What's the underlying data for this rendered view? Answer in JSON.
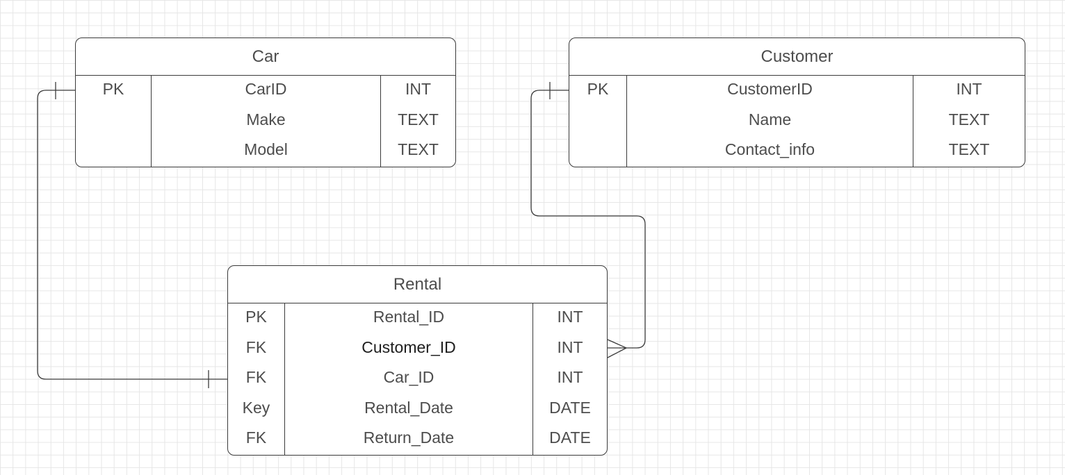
{
  "tables": {
    "car": {
      "title": "Car",
      "rows": [
        {
          "key": "PK",
          "name": "CarID",
          "type": "INT"
        },
        {
          "key": "",
          "name": "Make",
          "type": "TEXT"
        },
        {
          "key": "",
          "name": "Model",
          "type": "TEXT"
        }
      ]
    },
    "customer": {
      "title": "Customer",
      "rows": [
        {
          "key": "PK",
          "name": "CustomerID",
          "type": "INT"
        },
        {
          "key": "",
          "name": "Name",
          "type": "TEXT"
        },
        {
          "key": "",
          "name": "Contact_info",
          "type": "TEXT"
        }
      ]
    },
    "rental": {
      "title": "Rental",
      "rows": [
        {
          "key": "PK",
          "name": "Rental_ID",
          "type": "INT"
        },
        {
          "key": "FK",
          "name": "Customer_ID",
          "type": "INT"
        },
        {
          "key": "FK",
          "name": "Car_ID",
          "type": "INT"
        },
        {
          "key": "Key",
          "name": "Rental_Date",
          "type": "DATE"
        },
        {
          "key": "FK",
          "name": "Return_Date",
          "type": "DATE"
        }
      ]
    }
  },
  "relationships": [
    {
      "from": "Car.CarID",
      "to": "Rental.Car_ID",
      "from_end": "one",
      "to_end": "one"
    },
    {
      "from": "Customer.CustomerID",
      "to": "Rental.Customer_ID",
      "from_end": "one",
      "to_end": "many"
    }
  ],
  "colors": {
    "line": "#3a3a3a",
    "text": "#4d4d4d",
    "grid": "#e6e6e6"
  }
}
